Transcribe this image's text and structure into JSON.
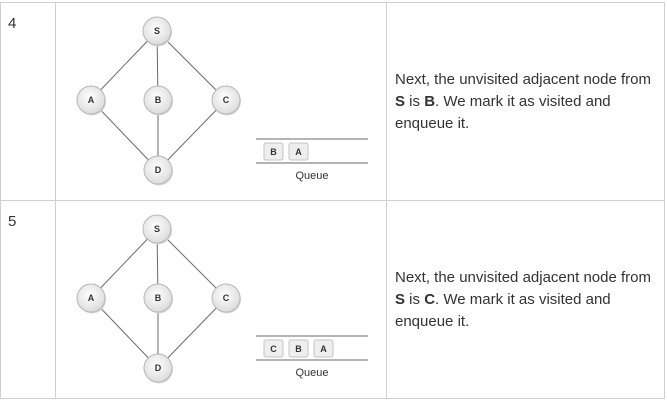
{
  "steps": [
    {
      "number": "4",
      "queue": [
        "B",
        "A"
      ],
      "queue_caption": "Queue",
      "description": [
        {
          "text": "Next, the unvisited adjacent node from ",
          "bold": false
        },
        {
          "text": "S",
          "bold": true
        },
        {
          "text": " is ",
          "bold": false
        },
        {
          "text": "B",
          "bold": true
        },
        {
          "text": ". We mark it as visited and enqueue it.",
          "bold": false
        }
      ]
    },
    {
      "number": "5",
      "queue": [
        "C",
        "B",
        "A"
      ],
      "queue_caption": "Queue",
      "description": [
        {
          "text": "Next, the unvisited adjacent node from ",
          "bold": false
        },
        {
          "text": "S",
          "bold": true
        },
        {
          "text": " is ",
          "bold": false
        },
        {
          "text": "C",
          "bold": true
        },
        {
          "text": ". We mark it as visited and enqueue it.",
          "bold": false
        }
      ]
    }
  ],
  "graph": {
    "nodes": [
      "S",
      "A",
      "B",
      "C",
      "D"
    ],
    "edges": [
      [
        "S",
        "A"
      ],
      [
        "S",
        "B"
      ],
      [
        "S",
        "C"
      ],
      [
        "A",
        "D"
      ],
      [
        "B",
        "D"
      ],
      [
        "C",
        "D"
      ]
    ]
  }
}
